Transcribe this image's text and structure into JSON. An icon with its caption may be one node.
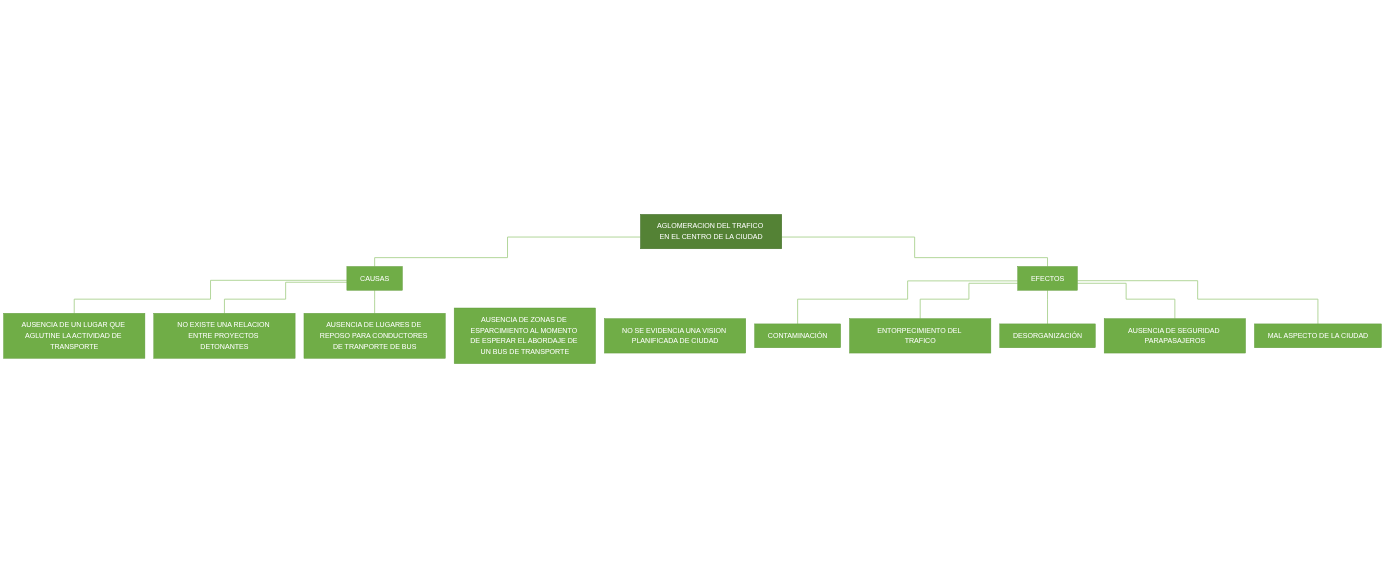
{
  "diagram": {
    "nodes": [
      {
        "text": [
          "AGLOMERACION DEL TRAFICO EN EL CENTRO DE LA CIUDAD"
        ]
      },
      {
        "text": [
          "CAUSAS"
        ]
      },
      {
        "text": [
          "EFECTOS"
        ]
      },
      {
        "text": [
          "AUSENCIA DE ZONAS DE ESPARCIMIENTO AL MOMENTO DE ESPERAR EL ABORDAJE DE UN BUS DE TRANSPORTE"
        ]
      },
      {
        "text": [
          "AUSENCIA DE UN LUGAR QUE AGLUTINE LA ACTIVIDAD DE TRANSPORTE"
        ]
      },
      {
        "text": [
          "NO SE EVIDENCIA UNA VISION PLANIFICADA DE CIUDAD"
        ]
      },
      {
        "text": [
          "NO EXISTE UNA RELACION ENTRE PROYECTOS DETONANTES"
        ]
      },
      {
        "text": [
          "AUSENCIA DE LUGARES DE REPOSO PARA CONDUCTORES DE TRANPORTE DE BUS"
        ]
      },
      {
        "text": [
          "CONTAMINACIÓN"
        ]
      },
      {
        "text": [
          "ENTORPECIMIENTO DEL TRAFICO"
        ]
      },
      {
        "text": [
          "DESORGANIZACIÓN"
        ]
      },
      {
        "text": [
          "AUSENCIA DE SEGURIDAD PARAPASAJEROS"
        ]
      },
      {
        "text": [
          "MAL ASPECTO DE LA CIUDAD"
        ]
      }
    ],
    "edges": [
      {
        "from": 0,
        "to": 1,
        "arrow": "none"
      },
      {
        "from": 0,
        "to": 2,
        "arrow": "none"
      },
      {
        "from": 1,
        "to": 4,
        "arrow": "none"
      },
      {
        "from": 1,
        "to": 6,
        "arrow": "none"
      },
      {
        "from": 1,
        "to": 7,
        "arrow": "none"
      },
      {
        "from": 2,
        "to": 8,
        "arrow": "none"
      },
      {
        "from": 2,
        "to": 9,
        "arrow": "none"
      },
      {
        "from": 2,
        "to": 10,
        "arrow": "none"
      },
      {
        "from": 2,
        "to": 11,
        "arrow": "none"
      },
      {
        "from": 2,
        "to": 12,
        "arrow": "none"
      }
    ]
  }
}
